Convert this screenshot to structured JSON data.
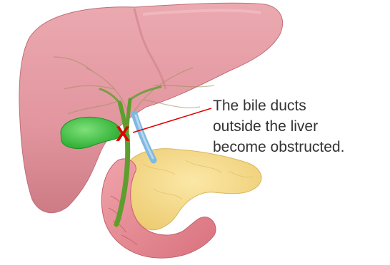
{
  "annotation": {
    "lines": [
      "The bile ducts",
      "outside the liver",
      "become obstructed."
    ]
  },
  "marker": {
    "symbol": "X"
  },
  "colors": {
    "liver": "#e49aa2",
    "liver_shadow": "#c9737e",
    "gallbladder": "#3cc23c",
    "bile_duct": "#6fa53a",
    "pancreas": "#f3d98a",
    "duodenum": "#e88a93",
    "portal_vein": "#7fb8e0",
    "marker": "#e00000",
    "pointer_line": "#e00000",
    "text": "#333333"
  }
}
